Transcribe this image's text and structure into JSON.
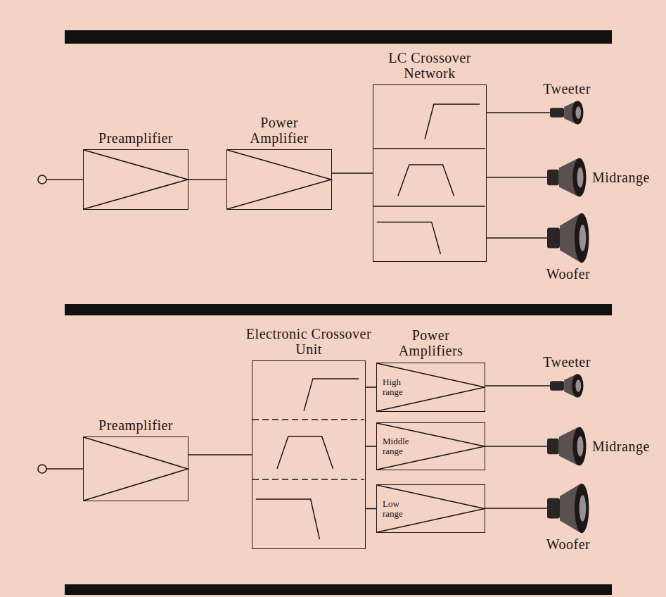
{
  "diagram": {
    "nodes": [
      {
        "text": [
          "Preamplifier"
        ]
      },
      {
        "text": [
          "Power Amplifier"
        ]
      },
      {
        "text": [
          "LC Crossover Network"
        ]
      },
      {
        "text": [
          "Tweeter"
        ]
      },
      {
        "text": [
          "Midrange"
        ]
      },
      {
        "text": [
          "Woofer"
        ]
      },
      {
        "text": [
          "Preamplifier"
        ]
      },
      {
        "text": [
          "Electronic Crossover Unit"
        ]
      },
      {
        "text": [
          "Power Amplifiers"
        ]
      },
      {
        "text": [
          "High range"
        ],
        "in": 8
      },
      {
        "text": [
          "Middle range"
        ],
        "in": 8
      },
      {
        "text": [
          "Low range"
        ],
        "in": 8
      },
      {
        "text": [
          "Tweeter"
        ]
      },
      {
        "text": [
          "Midrange"
        ]
      },
      {
        "text": [
          "Woofer"
        ]
      }
    ],
    "edges": [
      {
        "from": 0,
        "to": 1,
        "arrow": "none"
      },
      {
        "from": 1,
        "to": 2,
        "arrow": "none"
      },
      {
        "from": 2,
        "to": 3,
        "arrow": "none"
      },
      {
        "from": 2,
        "to": 4,
        "arrow": "none"
      },
      {
        "from": 2,
        "to": 5,
        "arrow": "none"
      },
      {
        "from": 6,
        "to": 7,
        "arrow": "none"
      },
      {
        "from": 7,
        "to": 9,
        "arrow": "none"
      },
      {
        "from": 7,
        "to": 10,
        "arrow": "none"
      },
      {
        "from": 7,
        "to": 11,
        "arrow": "none"
      },
      {
        "from": 9,
        "to": 12,
        "arrow": "none"
      },
      {
        "from": 10,
        "to": 13,
        "arrow": "none"
      },
      {
        "from": 11,
        "to": 14,
        "arrow": "none"
      }
    ]
  }
}
